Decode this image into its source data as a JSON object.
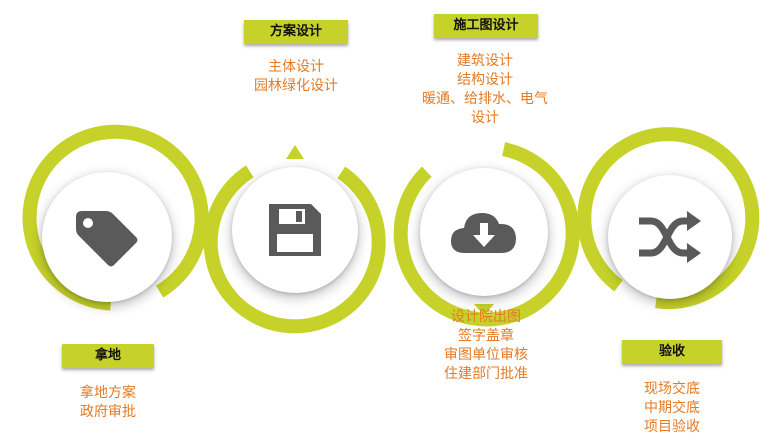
{
  "steps": [
    {
      "label": "拿地",
      "icon": "tag-icon",
      "items": [
        "拿地方案",
        "政府审批"
      ]
    },
    {
      "label": "方案设计",
      "icon": "floppy-disk-icon",
      "items": [
        "主体设计",
        "园林绿化设计"
      ]
    },
    {
      "label": "施工图设计",
      "icon": "cloud-download-icon",
      "items": [
        "建筑设计",
        "结构设计",
        "暖通、给排水、电气",
        "设计"
      ],
      "items_below": [
        "设计院出图",
        "签字盖章",
        "审图单位审核",
        "住建部门批准"
      ]
    },
    {
      "label": "验收",
      "icon": "shuffle-icon",
      "items": [
        "现场交底",
        "中期交底",
        "项目验收"
      ]
    }
  ],
  "colors": {
    "accent": "#c6d22a",
    "text_orange": "#e47a24",
    "icon_gray": "#5a5a5a"
  }
}
